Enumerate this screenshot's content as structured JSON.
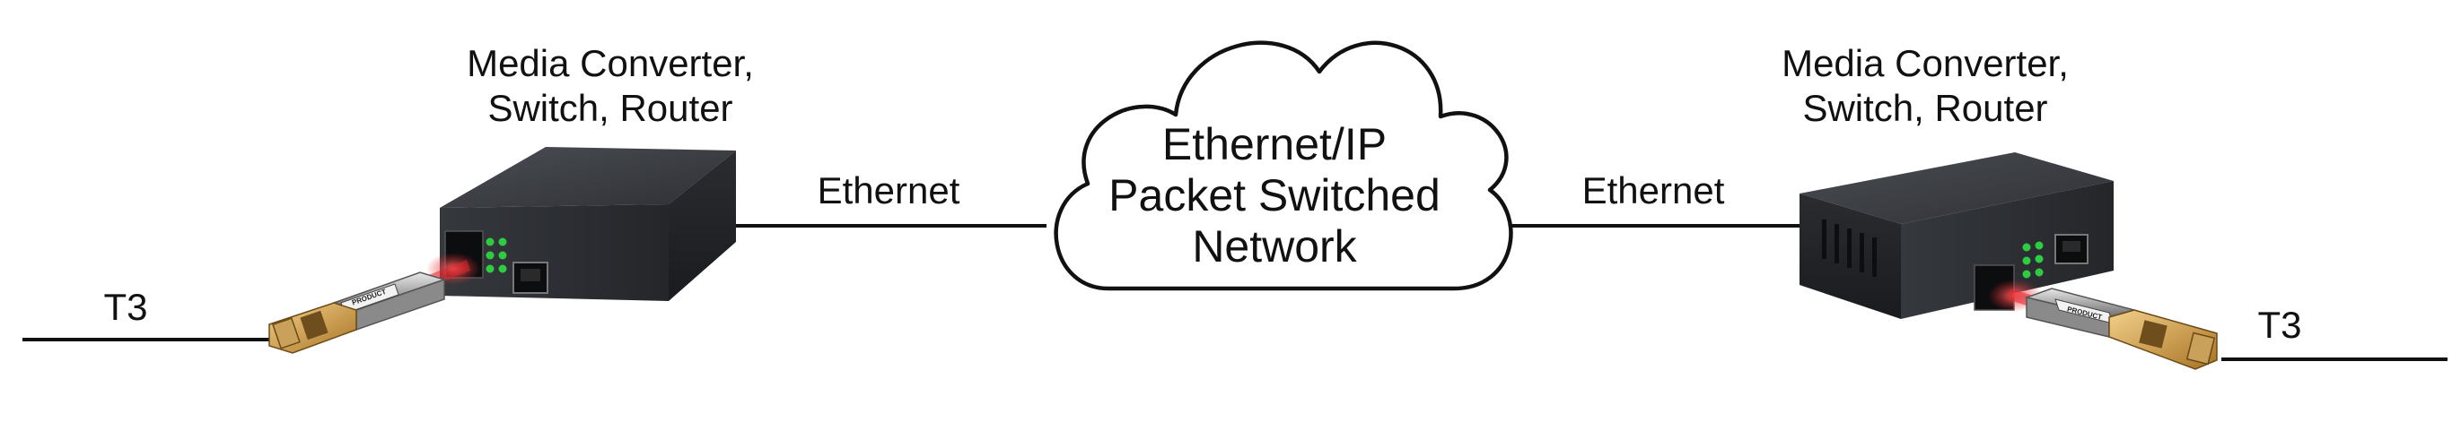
{
  "diagram": {
    "left_device": {
      "title_line1": "Media Converter,",
      "title_line2": "Switch, Router"
    },
    "right_device": {
      "title_line1": "Media Converter,",
      "title_line2": "Switch, Router"
    },
    "cloud": {
      "line1": "Ethernet/IP",
      "line2": "Packet Switched",
      "line3": "Network"
    },
    "left_link_label": "Ethernet",
    "right_link_label": "Ethernet",
    "left_tdm_label": "T3",
    "right_tdm_label": "T3",
    "module_label": "PRODUCT",
    "colors": {
      "device_body": "#2b2d31",
      "device_top": "#3a3d42",
      "led": "#2ecc40",
      "laser": "#e0242a",
      "gold": "#d6a54a",
      "line": "#111111"
    }
  }
}
